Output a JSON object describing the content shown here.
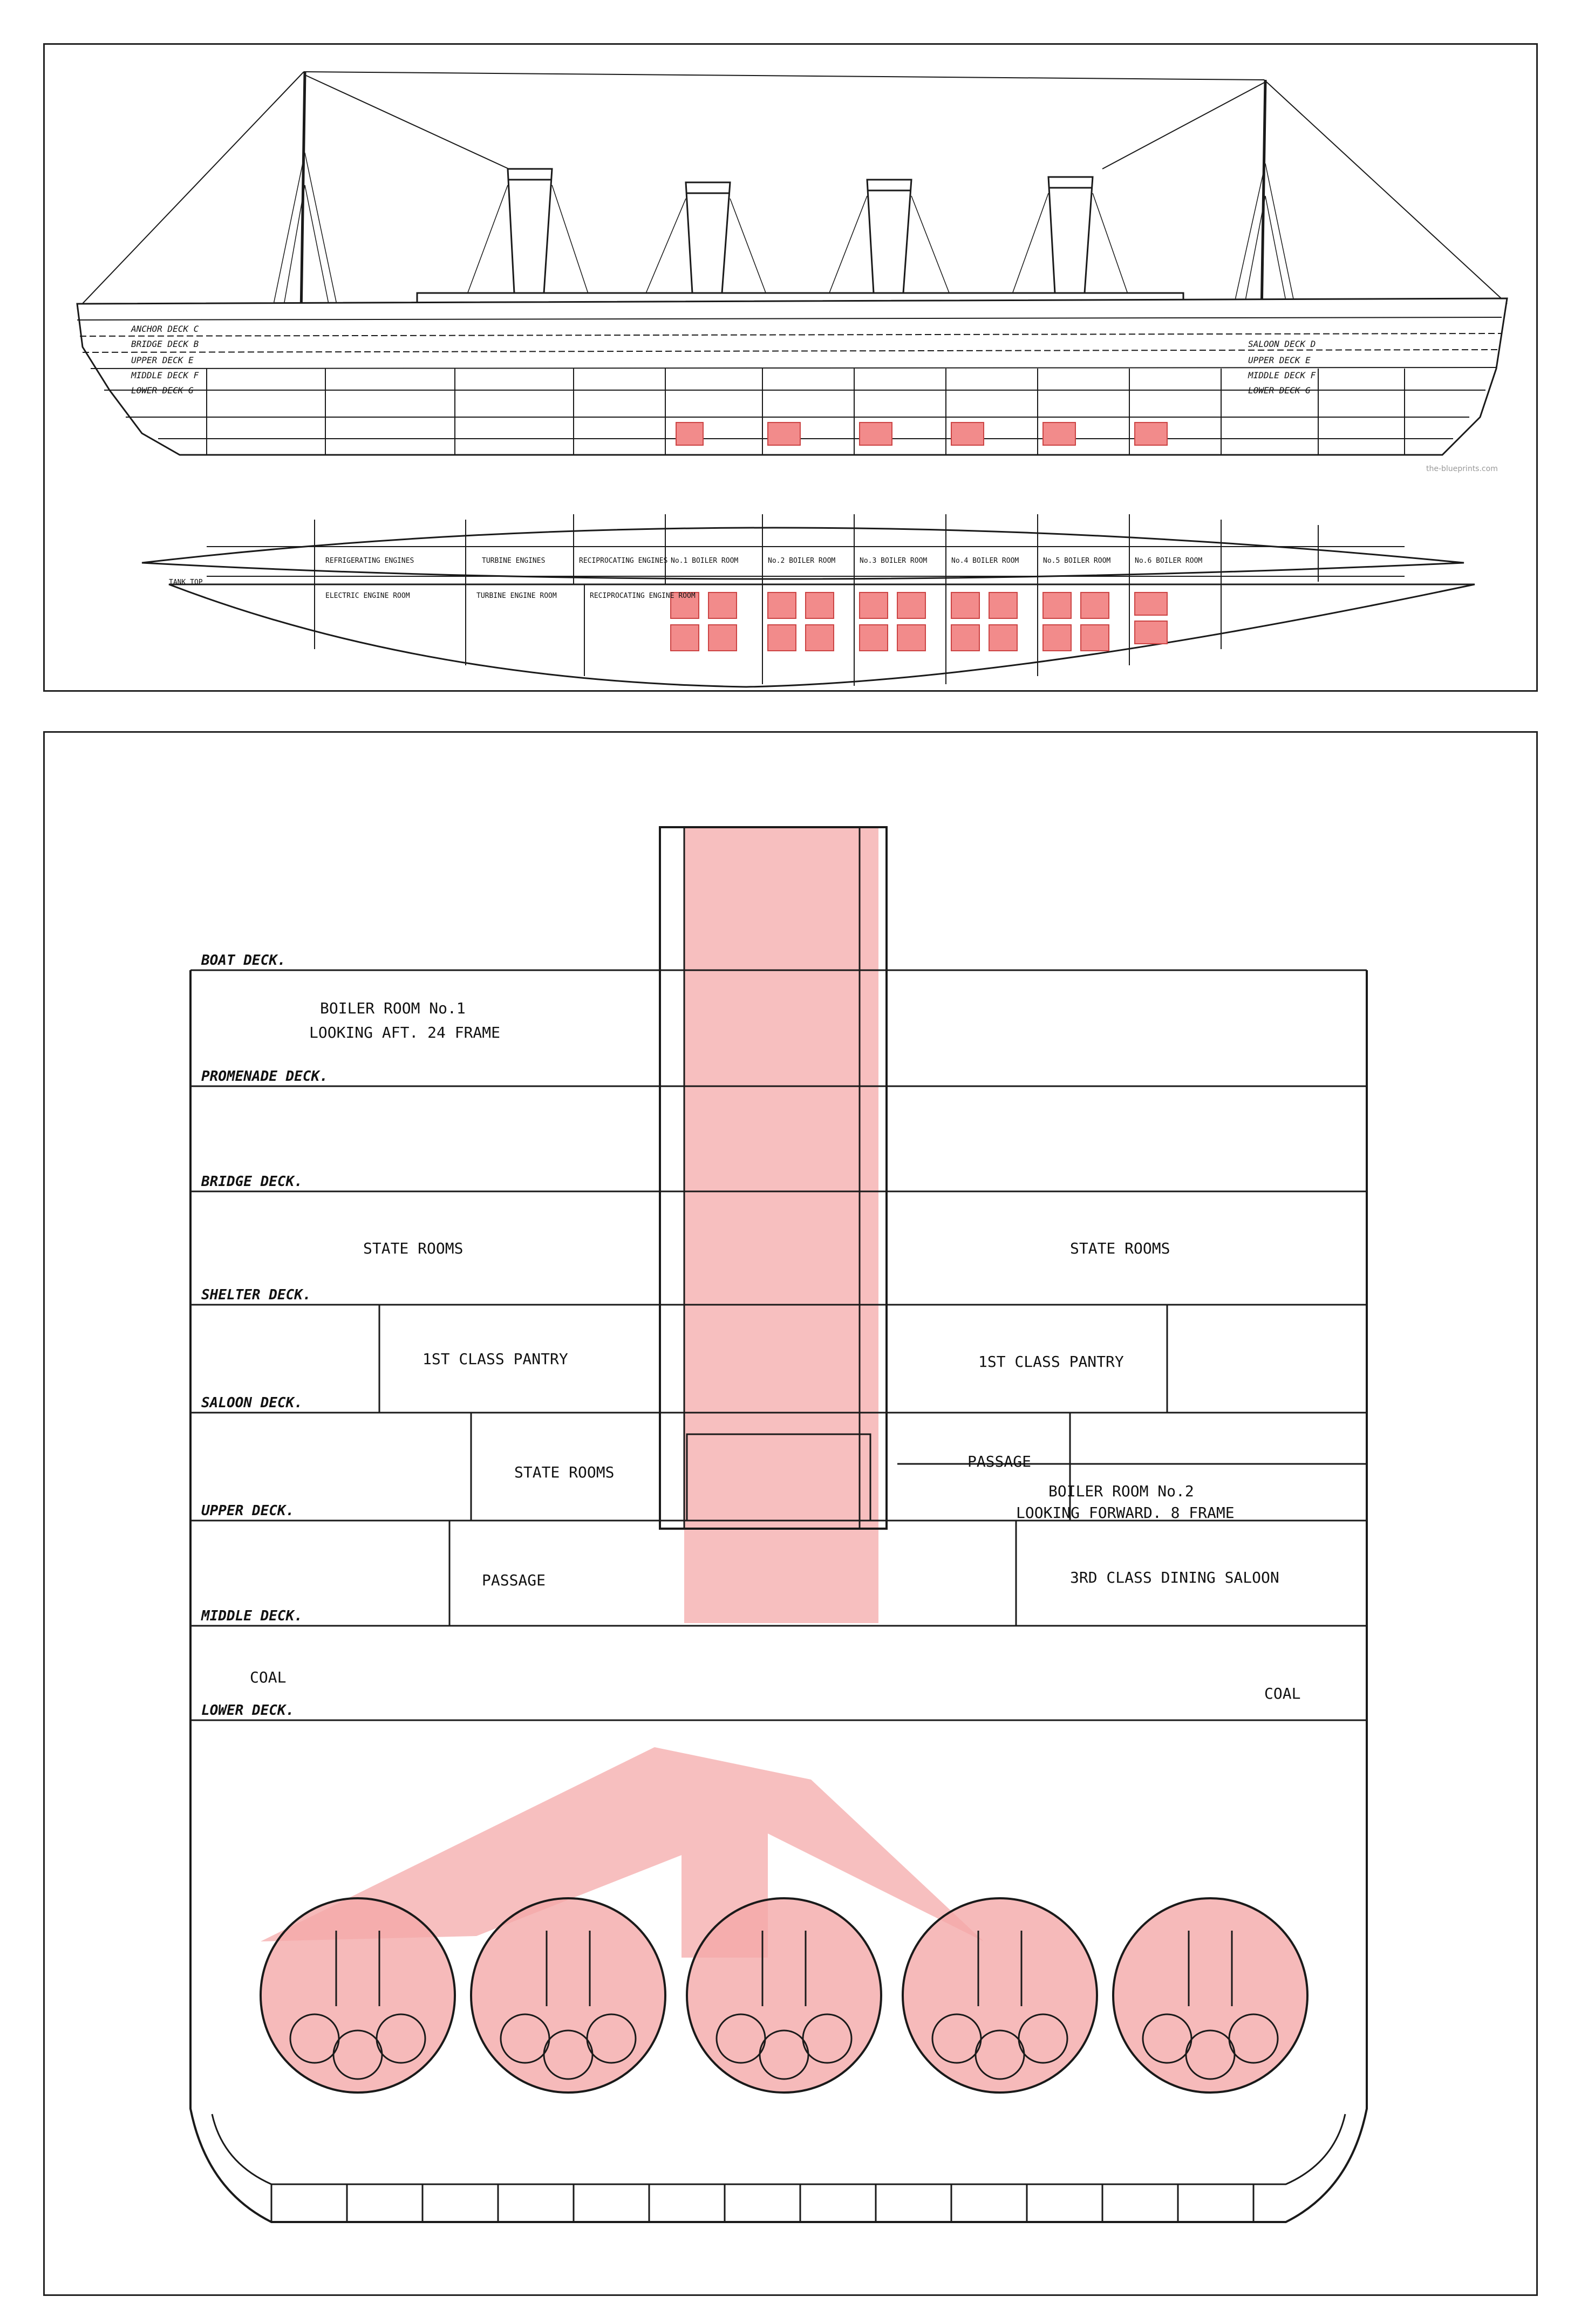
{
  "top_panel": {
    "watermark": "the-blueprints.com",
    "profile_labels_left": [
      "ANCHOR DECK C",
      "BRIDGE DECK B",
      "UPPER DECK E",
      "MIDDLE DECK F",
      "LOWER DECK G"
    ],
    "profile_labels_right": [
      "SALOON DECK D",
      "UPPER DECK E",
      "MIDDLE DECK F",
      "LOWER DECK G"
    ],
    "plan_upper_labels": [
      "REFRIGERATING ENGINES",
      "TURBINE ENGINES",
      "RECIPROCATING ENGINES",
      "No.1 BOILER ROOM",
      "No.2 BOILER ROOM",
      "No.3 BOILER ROOM",
      "No.4 BOILER ROOM",
      "No.5 BOILER ROOM",
      "No.6 BOILER ROOM"
    ],
    "plan_lower_labels": [
      "ELECTRIC ENGINE ROOM",
      "TURBINE ENGINE ROOM",
      "RECIPROCATING ENGINE ROOM",
      "TANK TOP"
    ],
    "highlight_color": "#f28b8b"
  },
  "bottom_panel": {
    "deck_labels": [
      "BOAT DECK.",
      "PROMENADE DECK.",
      "BRIDGE DECK.",
      "SHELTER DECK.",
      "SALOON DECK.",
      "UPPER DECK.",
      "MIDDLE DECK.",
      "LOWER DECK."
    ],
    "title_left": [
      "BOILER ROOM No.1",
      "LOOKING AFT. 24 FRAME"
    ],
    "title_right": [
      "BOILER ROOM No.2",
      "LOOKING FORWARD. 8 FRAME"
    ],
    "rooms": {
      "state_rooms_left": "STATE ROOMS",
      "state_rooms_right": "STATE ROOMS",
      "pantry_left": "1ST CLASS PANTRY",
      "pantry_right": "1ST CLASS PANTRY",
      "passage_right": "PASSAGE",
      "state_rooms_center": "STATE ROOMS",
      "passage_left": "PASSAGE",
      "dining_saloon": "3RD CLASS DINING SALOON",
      "coal_left": "COAL",
      "coal_right": "COAL"
    },
    "boiler_count": 5,
    "highlight_color": "#f4a9a9"
  }
}
